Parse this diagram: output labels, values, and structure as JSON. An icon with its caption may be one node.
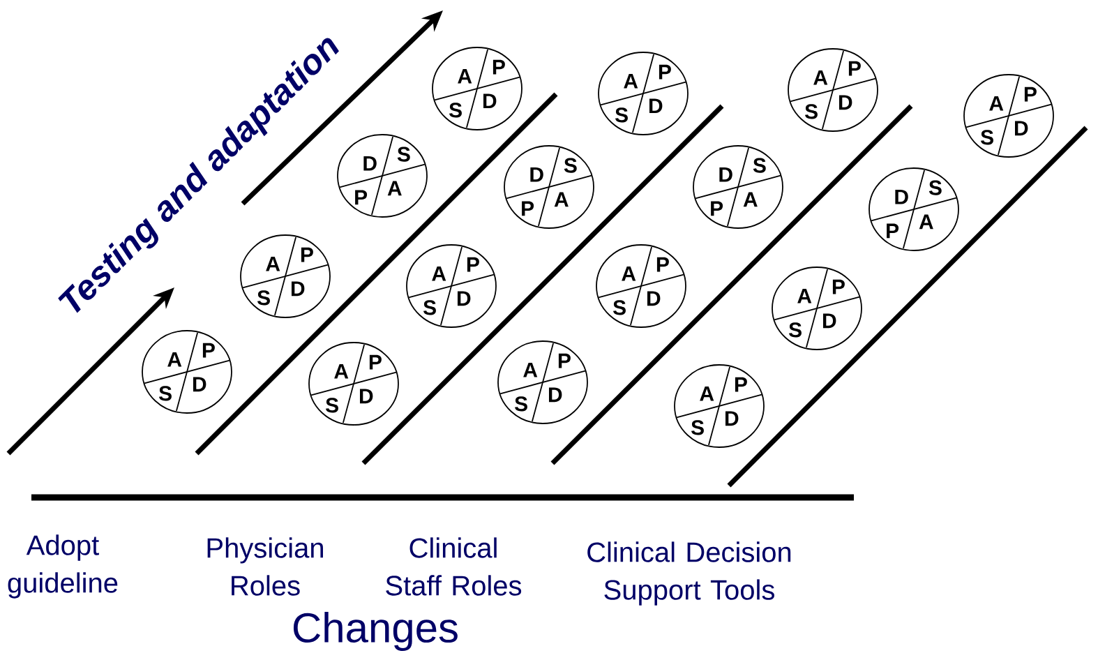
{
  "diagram": {
    "title": "Testing and adaptation",
    "nodes": [
      {
        "text": [
          "A",
          "P",
          "S",
          "D"
        ]
      },
      {
        "text": [
          "A",
          "P",
          "S",
          "D"
        ]
      },
      {
        "text": [
          "D",
          "S",
          "P",
          "A"
        ]
      },
      {
        "text": [
          "A",
          "P",
          "S",
          "D"
        ]
      },
      {
        "text": [
          "A",
          "P",
          "S",
          "D"
        ]
      },
      {
        "text": [
          "A",
          "P",
          "S",
          "D"
        ]
      },
      {
        "text": [
          "D",
          "S",
          "P",
          "A"
        ]
      },
      {
        "text": [
          "A",
          "P",
          "S",
          "D"
        ]
      },
      {
        "text": [
          "A",
          "P",
          "S",
          "D"
        ]
      },
      {
        "text": [
          "A",
          "P",
          "S",
          "D"
        ]
      },
      {
        "text": [
          "D",
          "S",
          "P",
          "A"
        ]
      },
      {
        "text": [
          "A",
          "P",
          "S",
          "D"
        ]
      },
      {
        "text": [
          "A",
          "P",
          "S",
          "D"
        ]
      },
      {
        "text": [
          "A",
          "P",
          "S",
          "D"
        ]
      },
      {
        "text": [
          "D",
          "S",
          "P",
          "A"
        ]
      },
      {
        "text": [
          "A",
          "P",
          "S",
          "D"
        ]
      }
    ],
    "labels": [
      "Adopt guideline",
      "Physician Roles",
      "Clinical Staff Roles",
      "Clinical Decision Support Tools",
      "Changes"
    ]
  }
}
